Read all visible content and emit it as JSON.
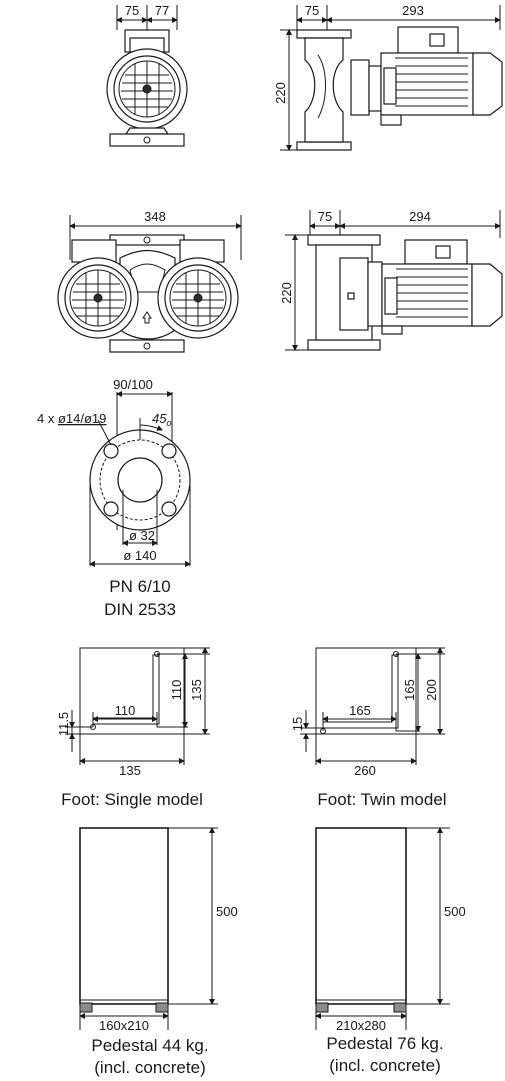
{
  "single_pump": {
    "front": {
      "dim_left": "75",
      "dim_right": "77"
    },
    "side": {
      "dim_flange": "75",
      "dim_length": "293",
      "dim_height": "220"
    }
  },
  "twin_pump": {
    "front": {
      "dim_width": "348"
    },
    "side": {
      "dim_flange": "75",
      "dim_length": "294",
      "dim_height": "220"
    }
  },
  "flange": {
    "bolt_circle": "90/100",
    "holes_prefix": "4 x ",
    "holes": "ø14/ø19",
    "angle": "45",
    "angle_unit": "o",
    "bore": "ø 32",
    "outer": "ø 140",
    "caption_line1": "PN 6/10",
    "caption_line2": "DIN 2533"
  },
  "foot_single": {
    "dim_a": "110",
    "dim_b": "135",
    "dim_inner_w": "110",
    "dim_offset": "11.5",
    "dim_total_w": "135",
    "caption": "Foot: Single model"
  },
  "foot_twin": {
    "dim_a": "165",
    "dim_b": "200",
    "dim_inner_w": "165",
    "dim_offset": "15",
    "dim_total_w": "260",
    "caption": "Foot: Twin model"
  },
  "pedestal_single": {
    "height": "500",
    "base": "160x210",
    "caption_line1": "Pedestal 44 kg.",
    "caption_line2": "(incl. concrete)"
  },
  "pedestal_twin": {
    "height": "500",
    "base": "210x280",
    "caption_line1": "Pedestal 76 kg.",
    "caption_line2": "(incl. concrete)"
  }
}
